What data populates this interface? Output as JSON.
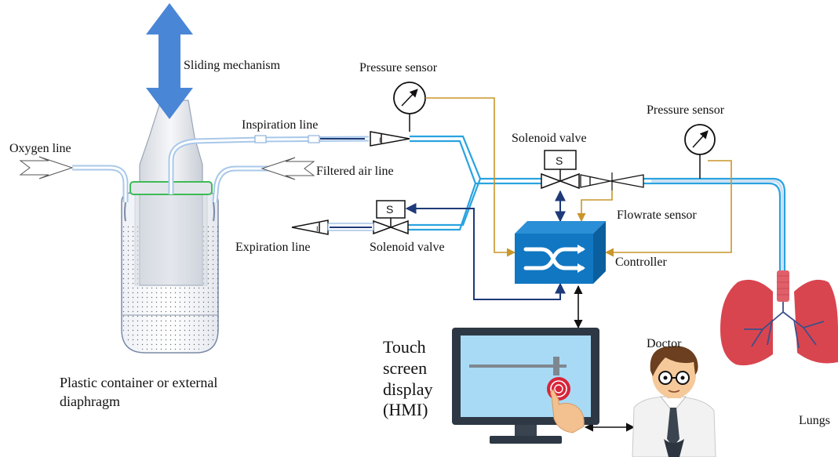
{
  "labels": {
    "sliding_mechanism": "Sliding mechanism",
    "pressure_sensor_1": "Pressure sensor",
    "pressure_sensor_2": "Pressure sensor",
    "inspiration_line": "Inspiration line",
    "oxygen_line": "Oxygen line",
    "filtered_air_line": "Filtered air  line",
    "solenoid_valve_top": "Solenoid valve",
    "solenoid_valve_bottom": "Solenoid valve",
    "flowrate_sensor": "Flowrate sensor",
    "expiration_line": "Expiration line",
    "controller": "Controller",
    "container_line1": "Plastic container or external",
    "container_line2": "diaphragm",
    "hmi_line1": "Touch",
    "hmi_line2": "screen",
    "hmi_line3": "display",
    "hmi_line4": "(HMI)",
    "doctor": "Doctor",
    "lungs": "Lungs",
    "valve_symbol": "S",
    "flow_symbol": "I"
  },
  "colors": {
    "arrow_blue": "#4a86d6",
    "pipe_blue": "#29a3e0",
    "tube_light": "#a8c8ea",
    "wire_gold": "#c9962a",
    "wire_navy": "#1e3a78",
    "controller_blue": "#1177c2",
    "lung_red": "#d9454f",
    "monitor_frame": "#2d3844",
    "monitor_screen": "#a8daf5",
    "seal_green": "#3dbb55"
  }
}
